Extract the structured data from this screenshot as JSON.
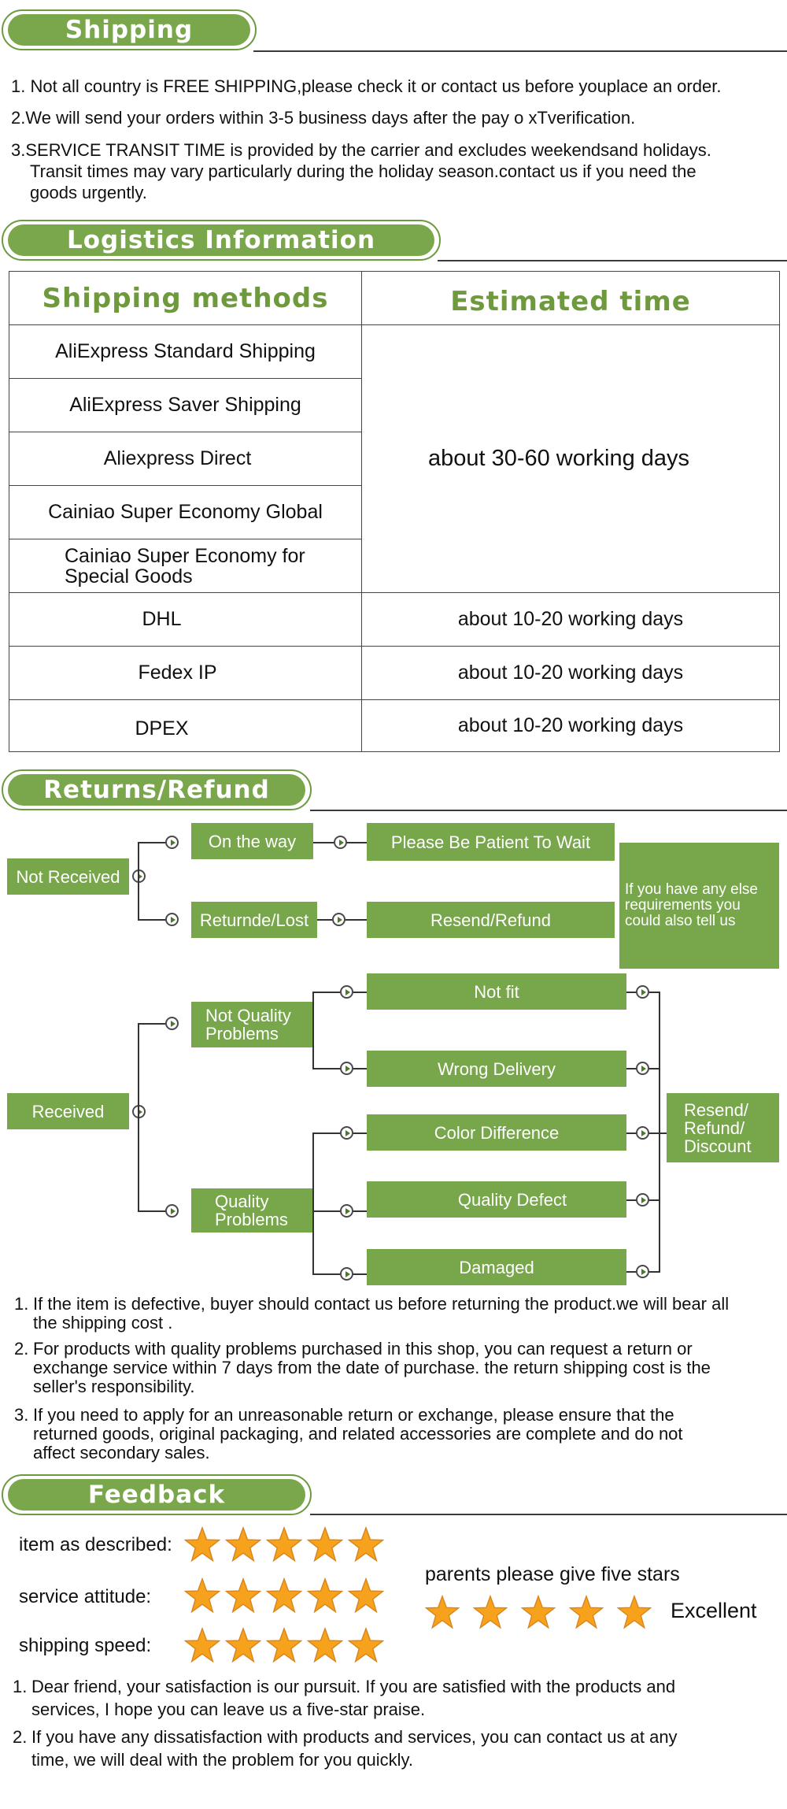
{
  "shipping": {
    "title": "Shipping",
    "items": [
      "1. Not all country is FREE SHIPPING,please check it or contact us before youplace an order.",
      "2.We will send your orders within 3-5 business days after the pay o xTverification.",
      "3.SERVICE TRANSIT TIME is provided by the carrier and excludes weekendsand holidays.",
      "Transit times may vary particularly during the holiday season.contact us if you need the",
      "goods urgently."
    ]
  },
  "logistics": {
    "title": "Logistics  Information",
    "header_methods": "Shipping  methods",
    "header_time": "Estimated  time",
    "methods": [
      "AliExpress Standard Shipping",
      "AliExpress Saver Shipping",
      "Aliexpress Direct",
      "Cainiao Super Economy Global",
      "Cainiao Super Economy for",
      "Special Goods",
      "DHL",
      "Fedex IP",
      "DPEX"
    ],
    "group_time": "about 30-60 working days",
    "times": [
      "about 10-20 working days",
      "about 10-20 working days",
      "about 10-20 working days"
    ]
  },
  "returns": {
    "title": "Returns/Refund",
    "not_received": "Not Received",
    "on_the_way": "On the way",
    "patient": "Please Be Patient To Wait",
    "lost": "Returnde/Lost",
    "resend_refund": "Resend/Refund",
    "else_note": [
      "If you have any else",
      "requirements you",
      "could also tell us"
    ],
    "received": "Received",
    "not_quality": [
      "Not Quality",
      "Problems"
    ],
    "quality": [
      "Quality",
      "Problems"
    ],
    "not_fit": "Not fit",
    "wrong_delivery": "Wrong Delivery",
    "color_diff": "Color Difference",
    "quality_defect": "Quality Defect",
    "damaged": "Damaged",
    "resolution": [
      "Resend/",
      "Refund/",
      "Discount"
    ],
    "notes": [
      [
        "1.",
        "If the item is defective, buyer should contact us before returning the product.we will bear all",
        "the shipping cost ."
      ],
      [
        "2.",
        "For products with quality problems purchased in this shop, you can request a return or",
        "exchange service within 7 days from the date of purchase. the return shipping cost is the",
        "seller's responsibility."
      ],
      [
        "3.",
        "If you need to apply for an unreasonable return or exchange, please ensure that the",
        "returned goods, original packaging, and related accessories are complete and do not",
        "affect secondary sales."
      ]
    ]
  },
  "feedback": {
    "title": "Feedback",
    "ratings": [
      {
        "label": "item as described:",
        "stars": 5
      },
      {
        "label": "service attitude:",
        "stars": 5
      },
      {
        "label": "shipping speed:",
        "stars": 5
      }
    ],
    "prompt": "parents please give five stars",
    "excellent": "Excellent",
    "notes": [
      [
        "1.",
        "Dear friend, your satisfaction is our pursuit. If you are satisfied with the products and",
        "services, I hope you can leave us a five-star praise."
      ],
      [
        "2.",
        "If you have any dissatisfaction with products and services, you can contact us at any",
        "time, we will deal with the problem for you quickly."
      ]
    ]
  },
  "colors": {
    "accent": "#78a64b",
    "accent_dark": "#6d9a3f",
    "star": "#f6a21c"
  }
}
